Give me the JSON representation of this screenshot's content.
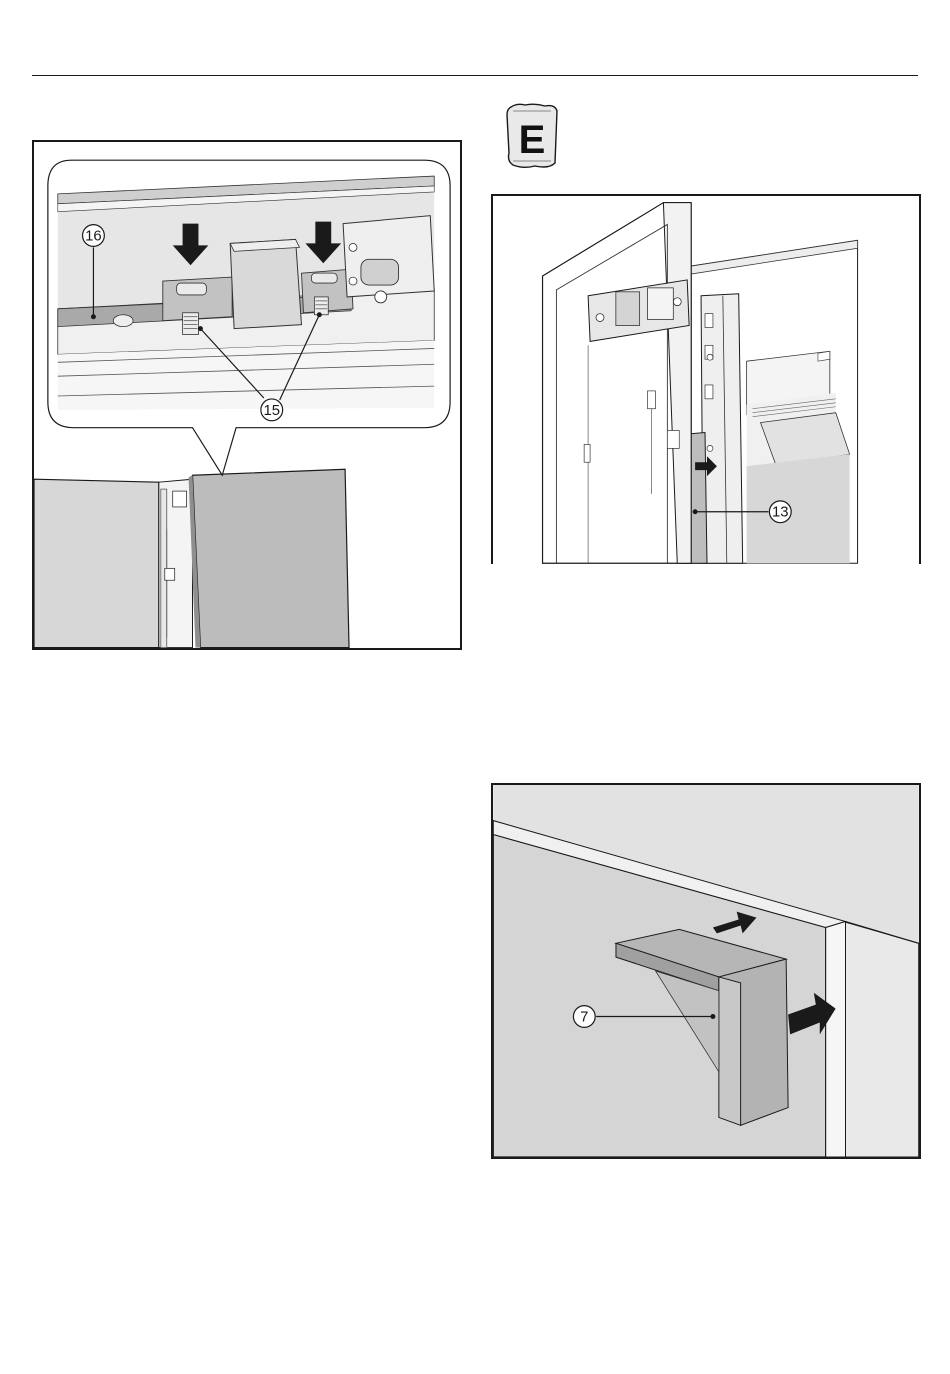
{
  "page": {
    "bag_letter": "E",
    "fig_a": {
      "callouts": [
        "16",
        "15"
      ]
    },
    "fig_b": {
      "callouts": [
        "13"
      ]
    },
    "fig_c": {
      "callouts": [
        "7"
      ]
    }
  },
  "colors": {
    "panel_gray": "#d7d7d7",
    "panel_dark": "#a9a9a9",
    "line": "#1a1a1a",
    "light": "#f2f2f2"
  },
  "icons": [
    "hardware-bag-icon",
    "arrow-down-icon",
    "arrow-right-icon"
  ]
}
